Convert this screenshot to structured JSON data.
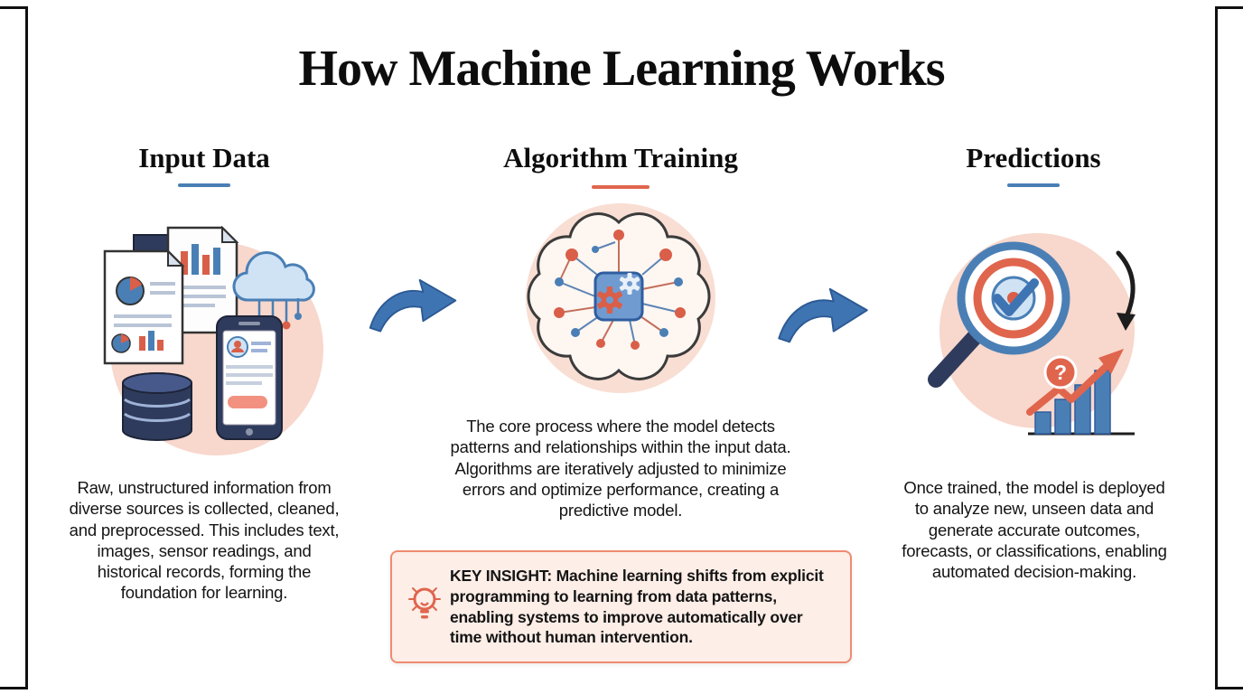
{
  "title": "How Machine Learning Works",
  "columns": [
    {
      "heading": "Input Data",
      "accent_color": "#4a7fb5",
      "description": "Raw, unstructured information from diverse sources is collected, cleaned, and preprocessed. This includes text, images, sensor readings, and historical records, forming the foundation for learning.",
      "icons": [
        "documents-icon",
        "cloud-network-icon",
        "database-icon",
        "smartphone-icon"
      ]
    },
    {
      "heading": "Algorithm Training",
      "accent_color": "#e0654d",
      "description": "The core process where the model detects patterns and relationships within the input data. Algorithms are iteratively adjusted to minimize errors and optimize performance, creating a predictive model.",
      "icons": [
        "brain-network-icon",
        "chip-icon",
        "gear-icon"
      ]
    },
    {
      "heading": "Predictions",
      "accent_color": "#4a7fb5",
      "description": "Once trained, the model is deployed to analyze new, unseen data and generate accurate outcomes, forecasts, or classifications, enabling automated decision-making.",
      "icons": [
        "magnifier-check-icon",
        "question-mark-icon",
        "growth-chart-icon",
        "curved-arrow-icon"
      ]
    }
  ],
  "flow": {
    "arrow_color": "#3f74b3"
  },
  "insight": {
    "text": "KEY INSIGHT: Machine learning shifts from explicit programming to learning from data patterns, enabling systems to improve automatically over time without human intervention.",
    "border_color": "#ef8a70",
    "background_color": "#fdeee7",
    "icon": "lightbulb-icon"
  },
  "illustration_glyphs": {
    "question_mark": "?"
  }
}
